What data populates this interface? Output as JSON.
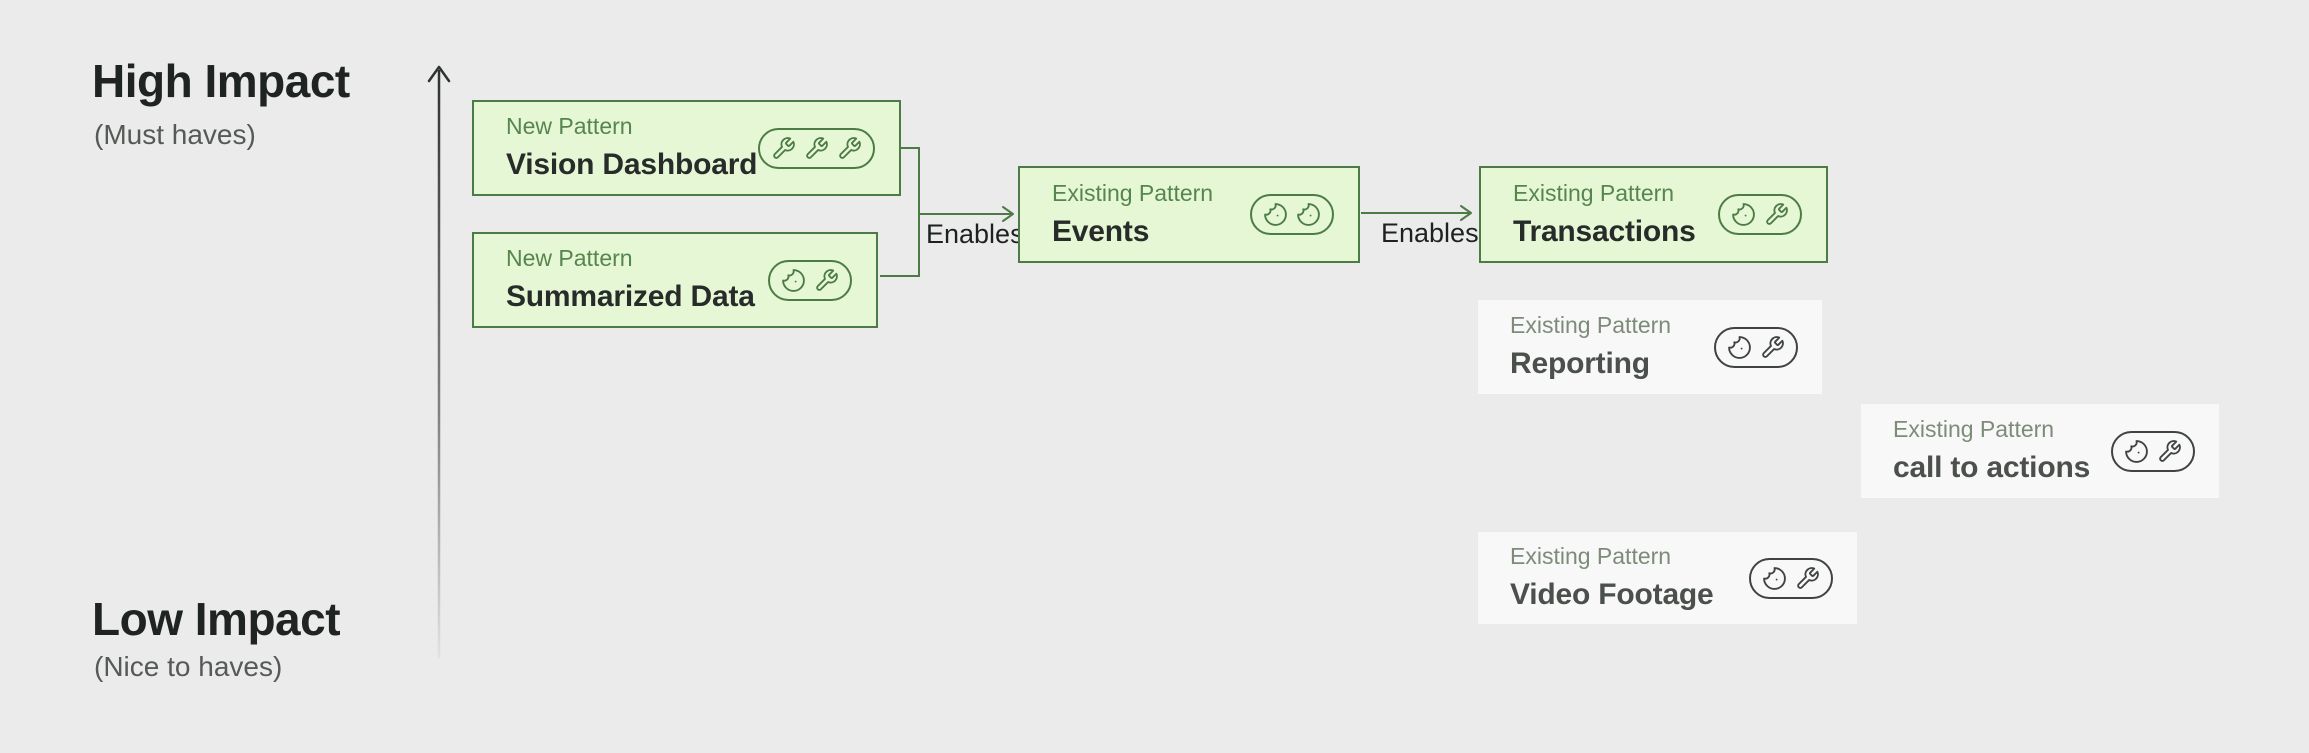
{
  "axis": {
    "high_label": "High Impact",
    "high_sublabel": "(Must haves)",
    "low_label": "Low Impact",
    "low_sublabel": "(Nice to haves)"
  },
  "connectors": {
    "enables_label_1": "Enables",
    "enables_label_2": "Enables"
  },
  "cards": [
    {
      "id": "vision-dashboard",
      "type_label": "New Pattern",
      "title": "Vision Dashboard",
      "style": "green",
      "icons": [
        "wrench",
        "wrench",
        "wrench"
      ]
    },
    {
      "id": "summarized-data",
      "type_label": "New Pattern",
      "title": "Summarized Data",
      "style": "green",
      "icons": [
        "cookie",
        "wrench"
      ]
    },
    {
      "id": "events",
      "type_label": "Existing Pattern",
      "title": "Events",
      "style": "green",
      "icons": [
        "cookie",
        "cookie"
      ]
    },
    {
      "id": "transactions",
      "type_label": "Existing Pattern",
      "title": "Transactions",
      "style": "green",
      "icons": [
        "cookie",
        "wrench"
      ]
    },
    {
      "id": "reporting",
      "type_label": "Existing Pattern",
      "title": "Reporting",
      "style": "gray",
      "icons": [
        "cookie",
        "wrench"
      ]
    },
    {
      "id": "call-to-actions",
      "type_label": "Existing Pattern",
      "title": "call to actions",
      "style": "gray",
      "icons": [
        "cookie",
        "wrench"
      ]
    },
    {
      "id": "video-footage",
      "type_label": "Existing Pattern",
      "title": "Video Footage",
      "style": "gray",
      "icons": [
        "cookie",
        "wrench"
      ]
    }
  ],
  "colors": {
    "canvas_bg": "#ebebeb",
    "green_fill": "#e6f7d5",
    "green_border": "#4d7b46",
    "green_label": "#56854e",
    "gray_fill": "#f8f8f8",
    "gray_label": "#7d8c79",
    "title_dark": "#272b29",
    "title_gray": "#4b504c",
    "connector": "#4d7b46",
    "axis_arrow": "#2e3230"
  }
}
